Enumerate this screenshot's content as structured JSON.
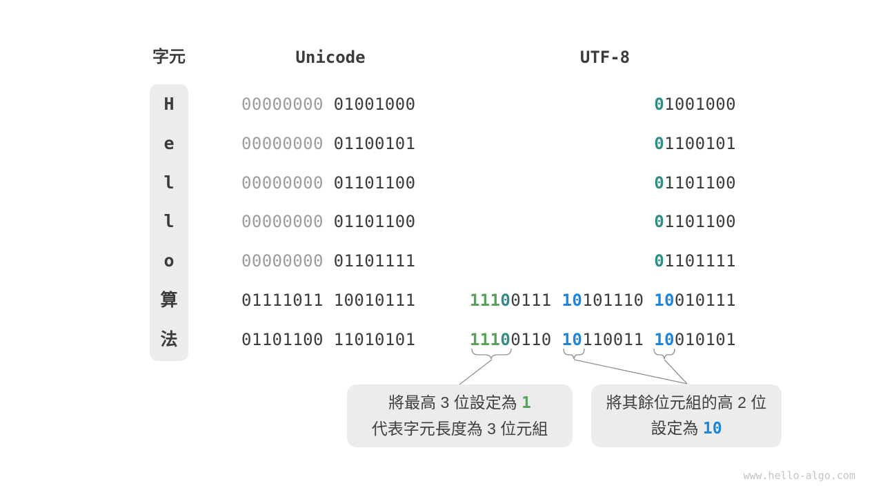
{
  "headers": {
    "char": "字元",
    "unicode": "Unicode",
    "utf8": "UTF-8"
  },
  "colors": {
    "dark": "#3c3c3c",
    "gray": "#9c9c9c",
    "green": "#5ba05c",
    "teal": "#2f8c87",
    "blue": "#1b86de"
  },
  "rows": [
    {
      "char": "H",
      "unicode": [
        {
          "text": "00000000",
          "color": "gray"
        },
        {
          "text": "01001000",
          "color": "dark"
        }
      ],
      "utf8": [
        [
          {
            "text": "0",
            "color": "teal"
          },
          {
            "text": "1001000",
            "color": "dark"
          }
        ]
      ]
    },
    {
      "char": "e",
      "unicode": [
        {
          "text": "00000000",
          "color": "gray"
        },
        {
          "text": "01100101",
          "color": "dark"
        }
      ],
      "utf8": [
        [
          {
            "text": "0",
            "color": "teal"
          },
          {
            "text": "1100101",
            "color": "dark"
          }
        ]
      ]
    },
    {
      "char": "l",
      "unicode": [
        {
          "text": "00000000",
          "color": "gray"
        },
        {
          "text": "01101100",
          "color": "dark"
        }
      ],
      "utf8": [
        [
          {
            "text": "0",
            "color": "teal"
          },
          {
            "text": "1101100",
            "color": "dark"
          }
        ]
      ]
    },
    {
      "char": "l",
      "unicode": [
        {
          "text": "00000000",
          "color": "gray"
        },
        {
          "text": "01101100",
          "color": "dark"
        }
      ],
      "utf8": [
        [
          {
            "text": "0",
            "color": "teal"
          },
          {
            "text": "1101100",
            "color": "dark"
          }
        ]
      ]
    },
    {
      "char": "o",
      "unicode": [
        {
          "text": "00000000",
          "color": "gray"
        },
        {
          "text": "01101111",
          "color": "dark"
        }
      ],
      "utf8": [
        [
          {
            "text": "0",
            "color": "teal"
          },
          {
            "text": "1101111",
            "color": "dark"
          }
        ]
      ]
    },
    {
      "char": "算",
      "unicode": [
        {
          "text": "01111011",
          "color": "dark"
        },
        {
          "text": "10010111",
          "color": "dark"
        }
      ],
      "utf8": [
        [
          {
            "text": "111",
            "color": "green"
          },
          {
            "text": "0",
            "color": "teal"
          },
          {
            "text": "0111",
            "color": "dark"
          }
        ],
        [
          {
            "text": "10",
            "color": "blue"
          },
          {
            "text": "101110",
            "color": "dark"
          }
        ],
        [
          {
            "text": "10",
            "color": "blue"
          },
          {
            "text": "010111",
            "color": "dark"
          }
        ]
      ]
    },
    {
      "char": "法",
      "unicode": [
        {
          "text": "01101100",
          "color": "dark"
        },
        {
          "text": "11010101",
          "color": "dark"
        }
      ],
      "utf8": [
        [
          {
            "text": "111",
            "color": "green"
          },
          {
            "text": "0",
            "color": "teal"
          },
          {
            "text": "0110",
            "color": "dark"
          }
        ],
        [
          {
            "text": "10",
            "color": "blue"
          },
          {
            "text": "110011",
            "color": "dark"
          }
        ],
        [
          {
            "text": "10",
            "color": "blue"
          },
          {
            "text": "010101",
            "color": "dark"
          }
        ]
      ]
    }
  ],
  "callouts": {
    "left": {
      "line1_pre": "將最高 3 位設定為 ",
      "line1_hl": "1",
      "line2": "代表字元長度為 3 位元組"
    },
    "right": {
      "line1": "將其餘位元組的高 2 位",
      "line2_pre": "設定為 ",
      "line2_hl": "10"
    }
  },
  "watermark": "www.hello-algo.com"
}
